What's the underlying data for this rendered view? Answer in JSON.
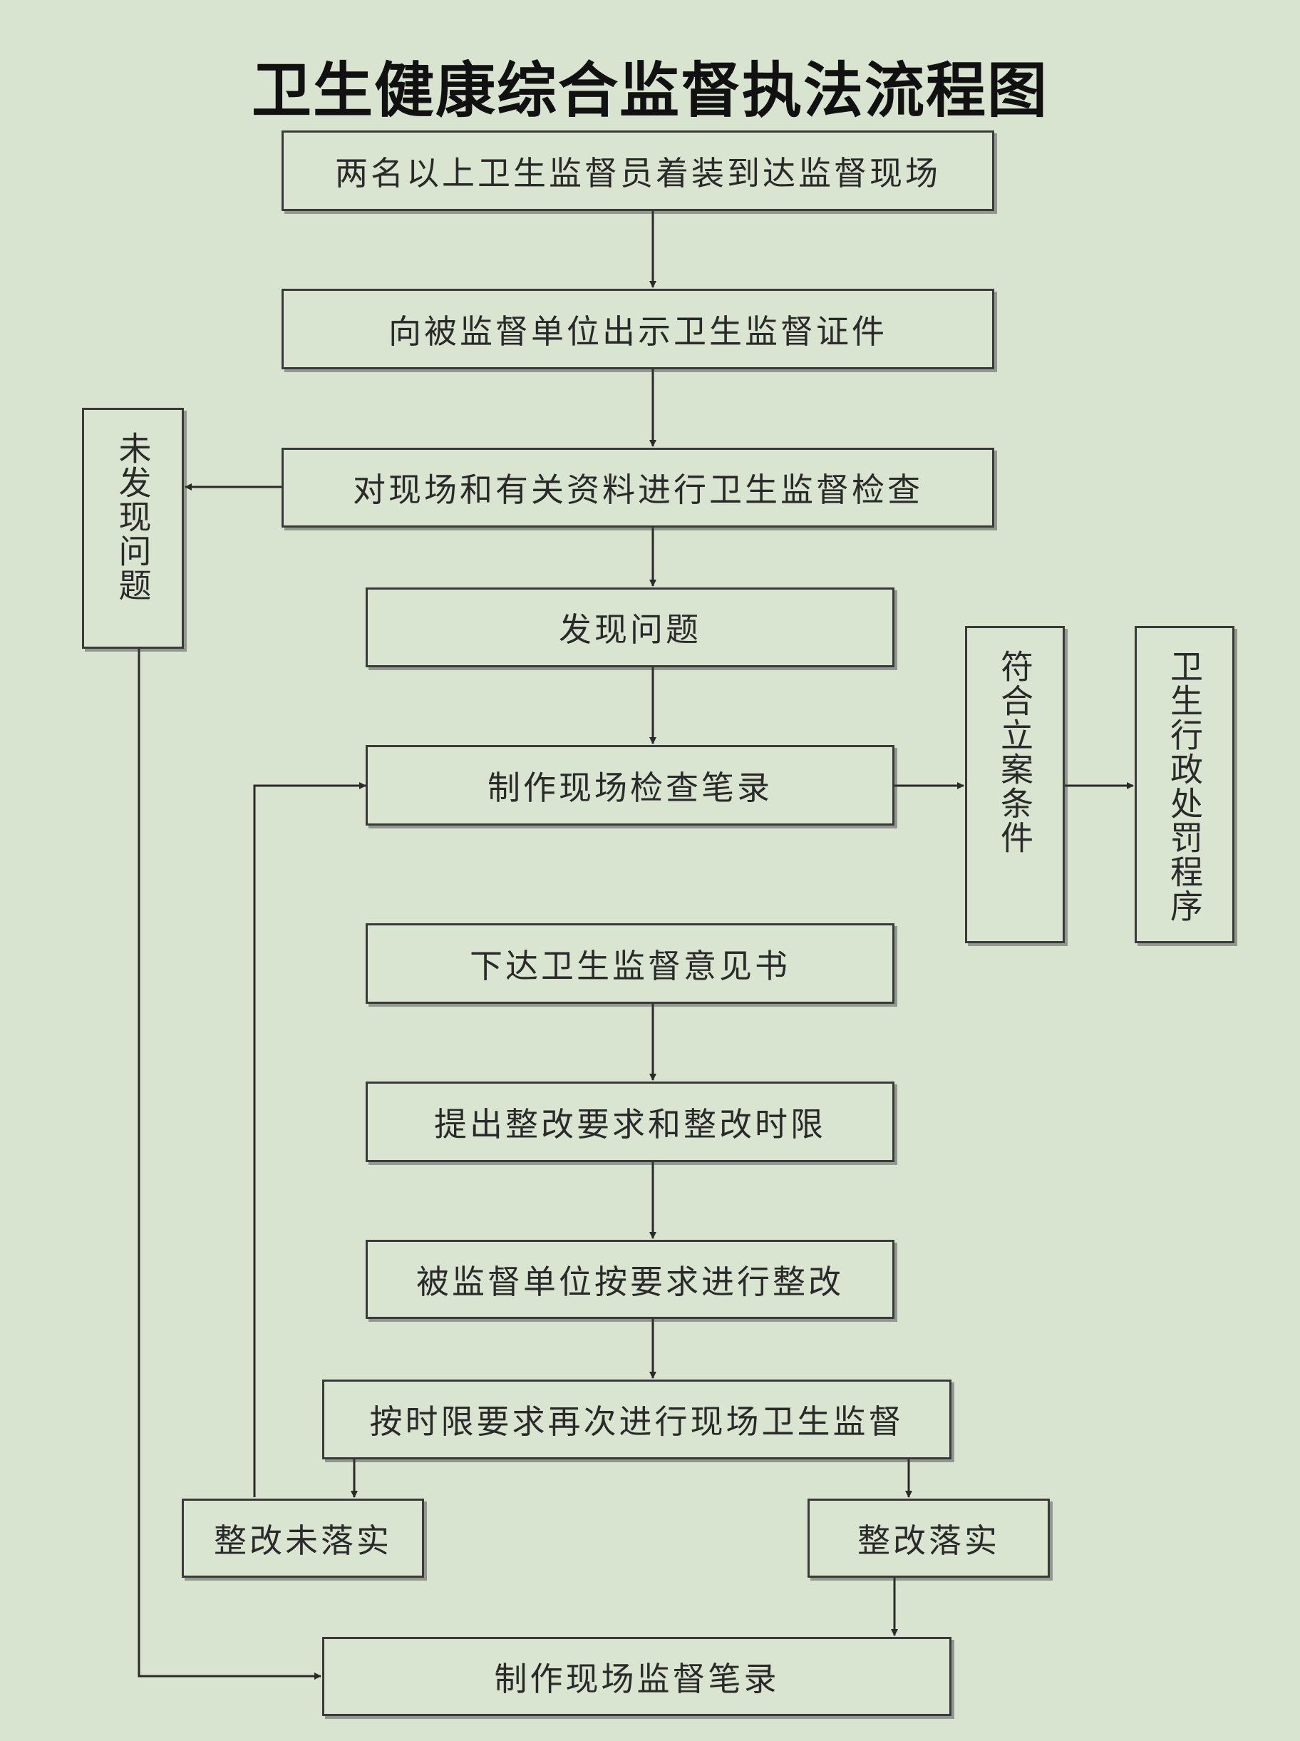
{
  "title": "卫生健康综合监督执法流程图",
  "steps": {
    "arrive": "两名以上卫生监督员着装到达监督现场",
    "show_cert": "向被监督单位出示卫生监督证件",
    "inspect": "对现场和有关资料进行卫生监督检查",
    "no_problem": "未发现问题",
    "found_problem": "发现问题",
    "inspection_record": "制作现场检查笔录",
    "case_condition": "符合立案条件",
    "penalty_procedure": "卫生行政处罚程序",
    "opinion_letter": "下达卫生监督意见书",
    "rectify_requirements": "提出整改要求和整改时限",
    "unit_rectifies": "被监督单位按要求进行整改",
    "recheck": "按时限要求再次进行现场卫生监督",
    "not_implemented": "整改未落实",
    "implemented": "整改落实",
    "supervision_record": "制作现场监督笔录"
  }
}
